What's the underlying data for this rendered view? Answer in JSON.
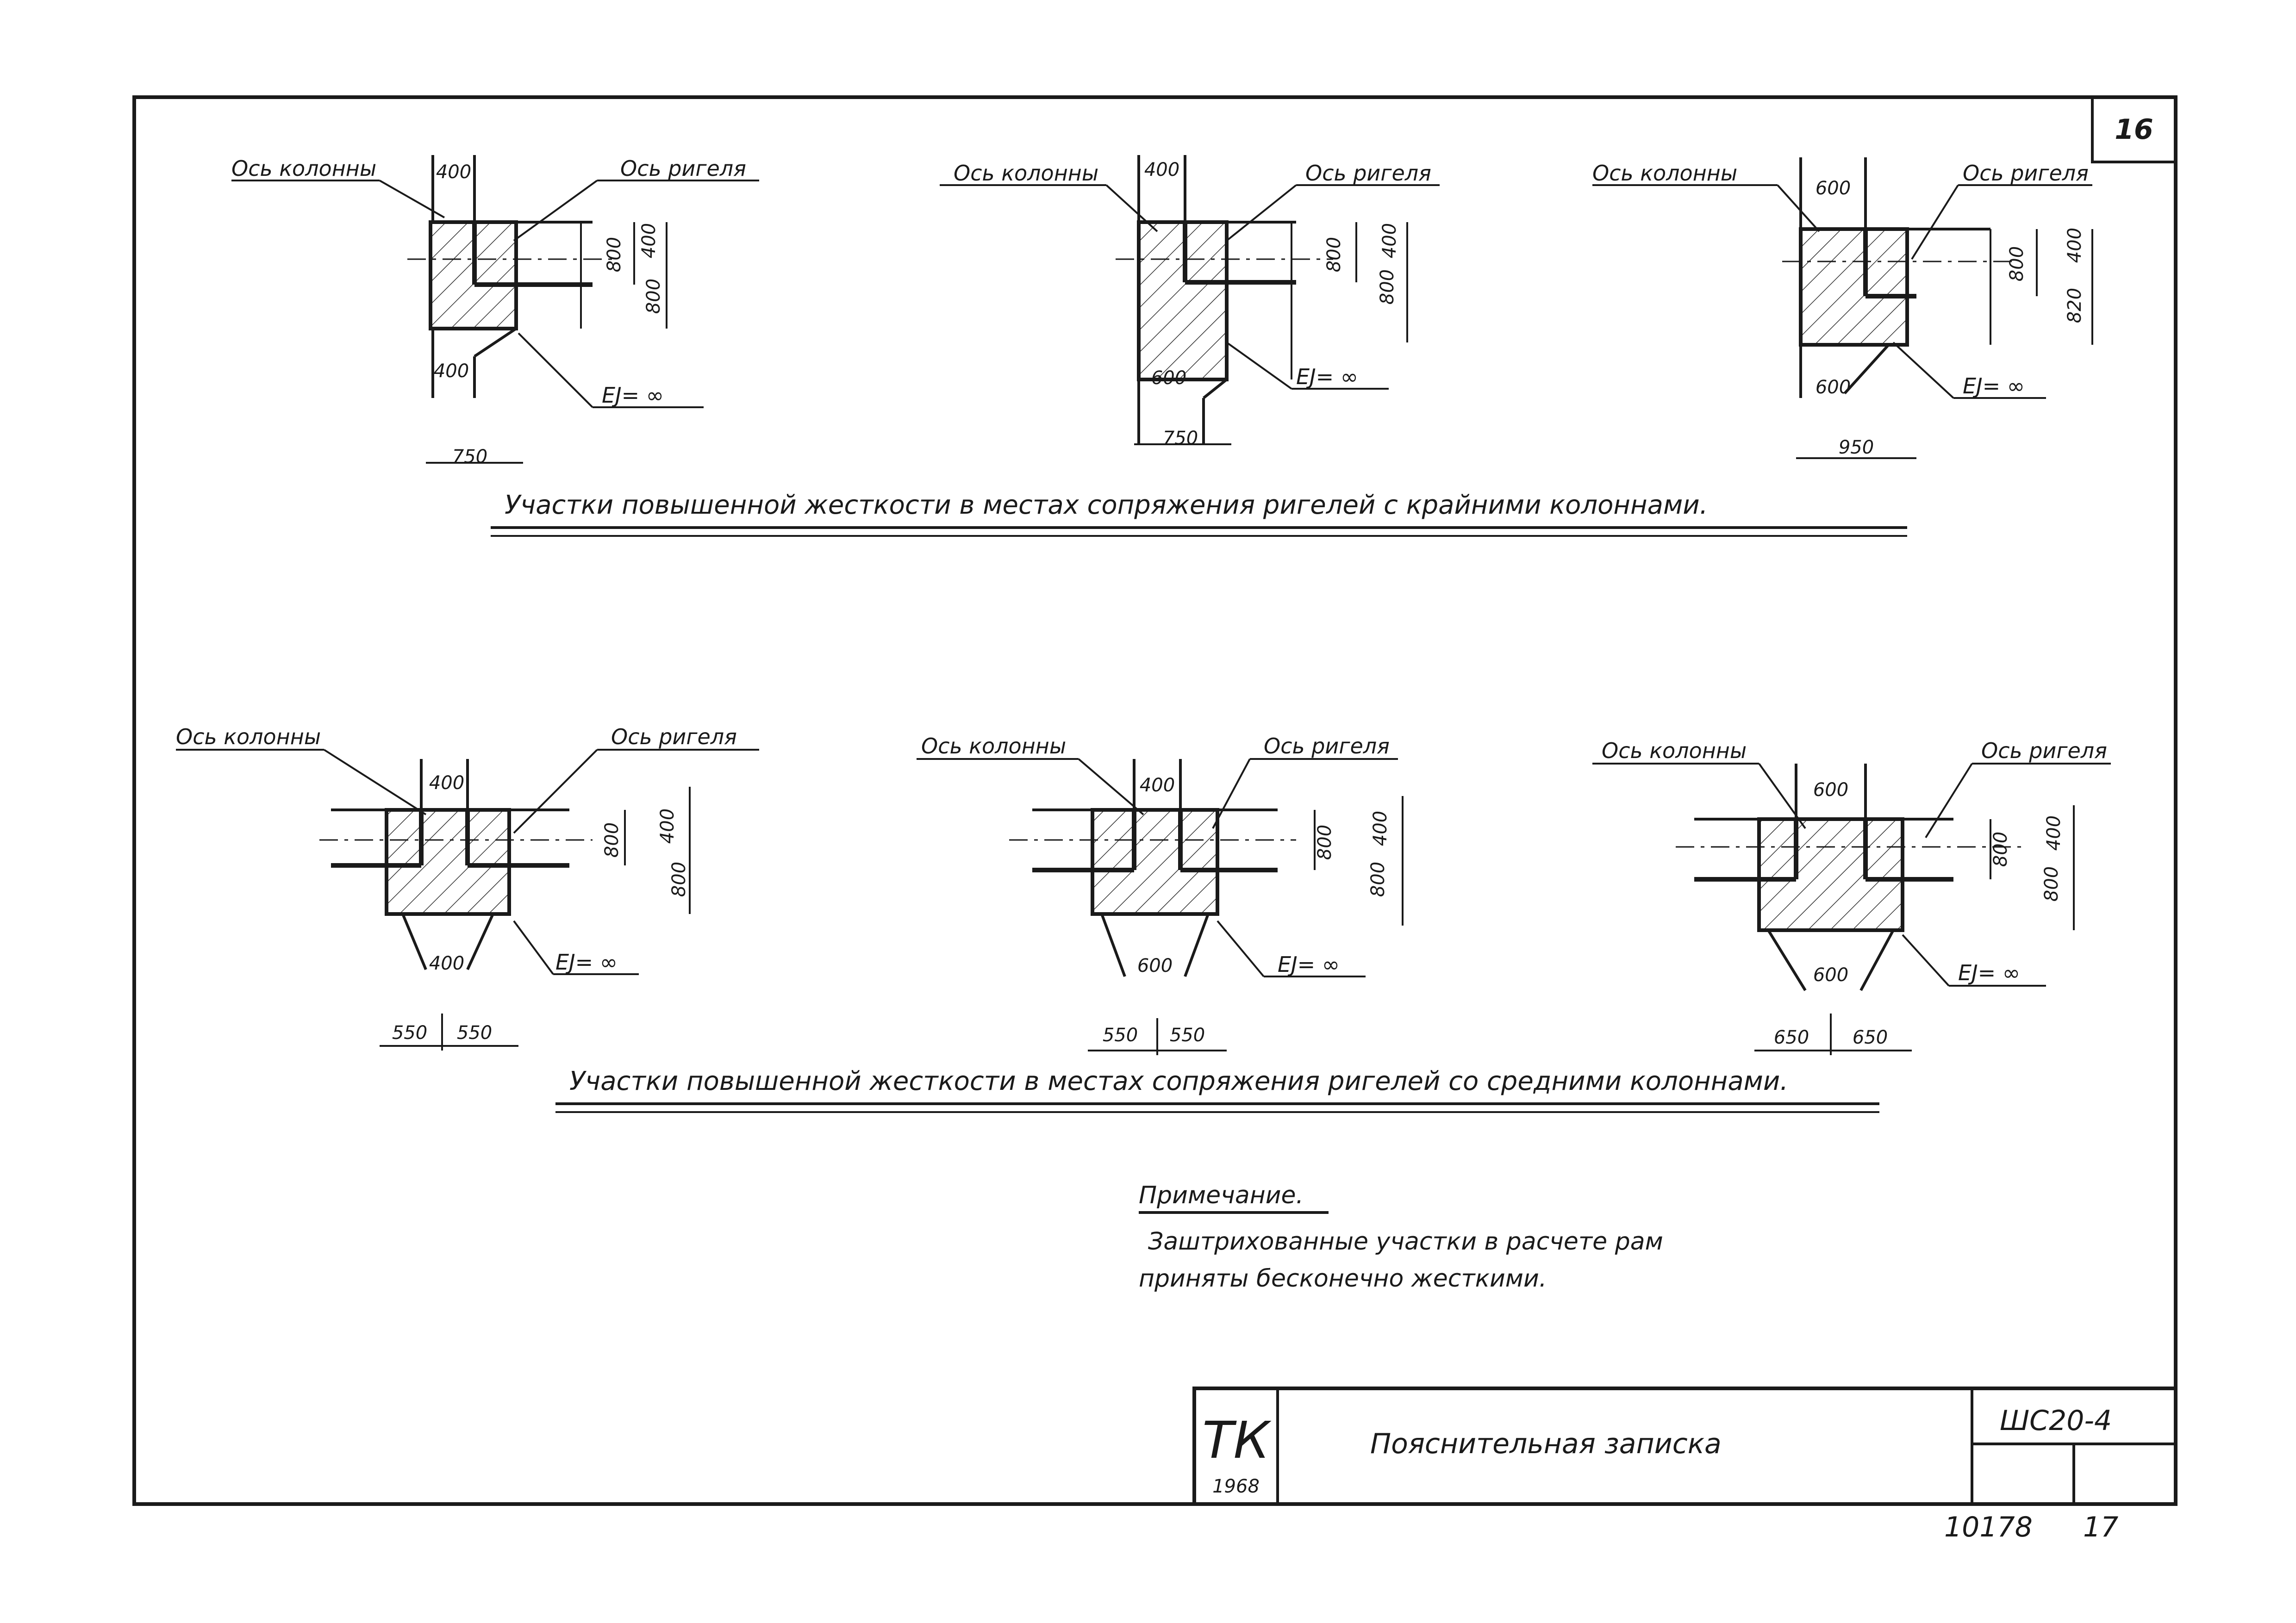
{
  "sheet_number": "16",
  "labels": {
    "column_axis": "Ось колонны",
    "girder_axis": "Ось ригеля",
    "rigidity": "EJ= ∞"
  },
  "top_row": {
    "caption": "Участки повышенной жесткости в местах сопряжения ригелей с крайними колоннами.",
    "nodes": [
      {
        "top_dim": "400",
        "bottom_dim": "400",
        "width_dim": "750",
        "half_depth": "400",
        "girder_depth": "800",
        "total_depth": "800"
      },
      {
        "top_dim": "400",
        "bottom_dim": "600",
        "width_dim": "750",
        "half_depth": "400",
        "girder_depth": "800",
        "total_depth": "800"
      },
      {
        "top_dim": "600",
        "bottom_dim": "600",
        "width_dim": "950",
        "half_depth": "400",
        "girder_depth": "800",
        "total_depth": "820"
      }
    ]
  },
  "bottom_row": {
    "caption": "Участки повышенной жесткости в местах сопряжения ригелей со средними колоннами.",
    "nodes": [
      {
        "top_dim": "400",
        "bottom_dim": "400",
        "left_dim": "550",
        "right_dim": "550",
        "half_depth": "400",
        "girder_depth": "800",
        "total_depth": "800"
      },
      {
        "top_dim": "400",
        "bottom_dim": "600",
        "left_dim": "550",
        "right_dim": "550",
        "half_depth": "400",
        "girder_depth": "800",
        "total_depth": "800"
      },
      {
        "top_dim": "600",
        "bottom_dim": "600",
        "left_dim": "650",
        "right_dim": "650",
        "half_depth": "400",
        "girder_depth": "800",
        "total_depth": "800"
      }
    ]
  },
  "note": {
    "title": "Примечание.",
    "line1": "Заштрихованные участки в расчете рам",
    "line2": "приняты бесконечно жесткими."
  },
  "title_block": {
    "logo": "ТК",
    "year": "1968",
    "title": "Пояснительная записка",
    "code": "ШС20-4"
  },
  "footer": {
    "inventory_number": "10178",
    "page": "17"
  }
}
